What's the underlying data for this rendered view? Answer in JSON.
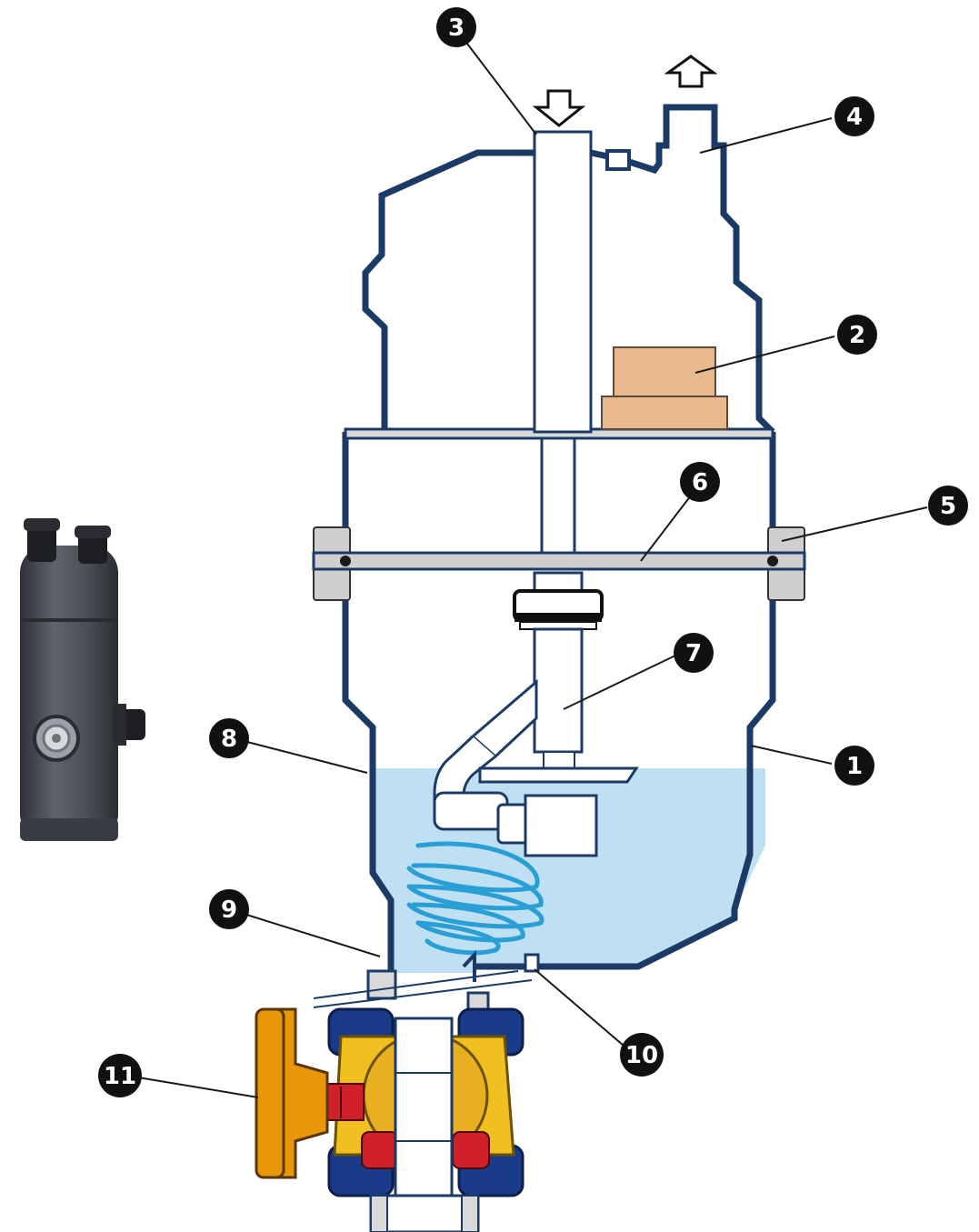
{
  "callouts": [
    {
      "id": "1",
      "label": "1"
    },
    {
      "id": "2",
      "label": "2"
    },
    {
      "id": "3",
      "label": "3"
    },
    {
      "id": "4",
      "label": "4"
    },
    {
      "id": "5",
      "label": "5"
    },
    {
      "id": "6",
      "label": "6"
    },
    {
      "id": "7",
      "label": "7"
    },
    {
      "id": "8",
      "label": "8"
    },
    {
      "id": "9",
      "label": "9"
    },
    {
      "id": "10",
      "label": "10"
    },
    {
      "id": "11",
      "label": "11"
    }
  ],
  "arrows": [
    {
      "id": "inlet",
      "direction": "down"
    },
    {
      "id": "outlet",
      "direction": "up"
    }
  ],
  "colors": {
    "outline": "#1c3a66",
    "water": "#bfe0f2",
    "swirl": "#2a9fd6",
    "filter": "#e8b98e",
    "flange": "#cfcfcf",
    "valve_body": "#f0c020",
    "valve_handle": "#e8960a",
    "valve_red": "#d0202a",
    "nut_blue": "#1a3a8a",
    "product_body": "#4a4d55",
    "callout_fill": "#111111"
  },
  "product_photo": {
    "name": "product-photo"
  }
}
